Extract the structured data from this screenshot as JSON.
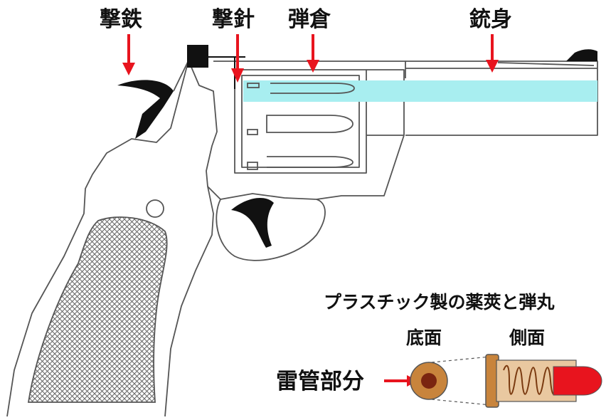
{
  "labels": {
    "hammer": "撃鉄",
    "firing_pin": "撃針",
    "cylinder": "弾倉",
    "barrel": "銃身",
    "cartridge_title": "プラスチック製の薬莢と弾丸",
    "bottom_view": "底面",
    "side_view": "側面",
    "primer": "雷管部分"
  },
  "colors": {
    "arrow": "#e8141e",
    "bore_highlight": "#a8eef0",
    "outline": "#555555",
    "casing": "#c8843c",
    "primer_fill": "#7a2510",
    "bullet": "#e8141e",
    "spring": "#7a3a10"
  },
  "icons": {
    "arrow": "red-down-arrow",
    "primer_arrow": "red-right-arrow"
  }
}
